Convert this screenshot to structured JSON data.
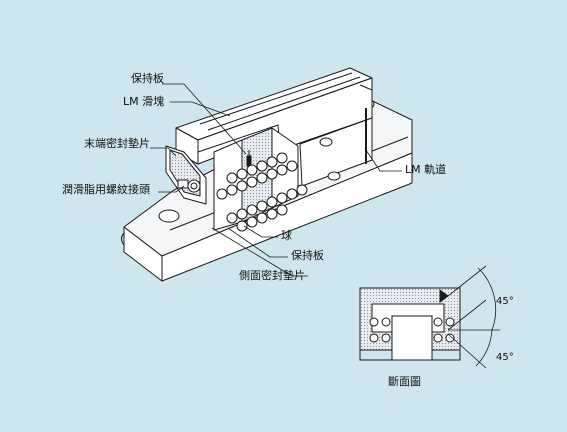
{
  "labels": {
    "retainer_top": "保持板",
    "lm_block": "LM 滑塊",
    "end_seal": "末端密封墊片",
    "grease_nipple": "潤滑脂用螺紋接頭",
    "lm_rail": "LM 軌道",
    "ball": "球",
    "retainer_bottom": "保持板",
    "side_seal": "側面密封墊片",
    "section_title": "斷面圖",
    "angle_top": "45°",
    "angle_bottom": "45°"
  },
  "colors": {
    "background": "#cfe6ef",
    "line": "#1a1a1a",
    "fill": "#ffffff",
    "hatch": "#d8dde4"
  }
}
